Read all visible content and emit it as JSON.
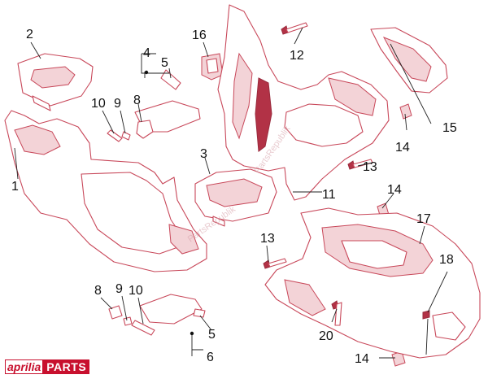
{
  "diagram": {
    "callouts": [
      "1",
      "2",
      "3",
      "4",
      "5",
      "6",
      "8",
      "9",
      "10",
      "11",
      "12",
      "13",
      "14",
      "15",
      "16",
      "17",
      "18",
      "20"
    ],
    "watermark": "PartsRepublik",
    "accent_color": "#c8485a",
    "leader_color": "#222222"
  },
  "brand": {
    "logo_left": "aprilia",
    "logo_right": "PARTS"
  }
}
